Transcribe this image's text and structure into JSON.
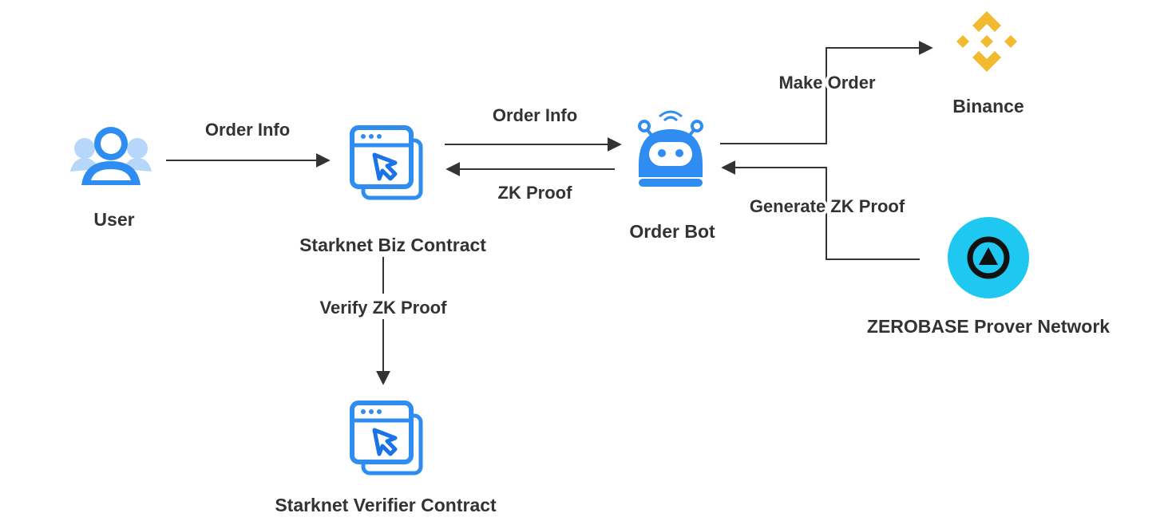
{
  "colors": {
    "icon_blue": "#2f8cf0",
    "icon_blue_dark": "#1a73e8",
    "arrow": "#333333",
    "label_text": "#333333",
    "binance_yellow": "#f3ba2f",
    "zerobase_cyan": "#1ec8f0",
    "zerobase_dark": "#111111"
  },
  "nodes": {
    "user": {
      "label": "User",
      "icon": "user-group-icon"
    },
    "biz_contract": {
      "label": "Starknet Biz Contract",
      "icon": "contract-window-icon"
    },
    "verifier_contract": {
      "label": "Starknet Verifier Contract",
      "icon": "contract-window-icon"
    },
    "order_bot": {
      "label": "Order Bot",
      "icon": "robot-icon"
    },
    "binance": {
      "label": "Binance",
      "icon": "binance-logo"
    },
    "zerobase": {
      "label": "ZEROBASE Prover Network",
      "icon": "zerobase-logo"
    }
  },
  "edges": {
    "user_to_biz": {
      "label": "Order Info"
    },
    "biz_to_bot": {
      "label": "Order Info"
    },
    "bot_to_biz": {
      "label": "ZK Proof"
    },
    "biz_to_verifier": {
      "label": "Verify ZK Proof"
    },
    "bot_to_binance": {
      "label": "Make Order"
    },
    "zerobase_to_bot": {
      "label": "Generate ZK Proof"
    }
  }
}
